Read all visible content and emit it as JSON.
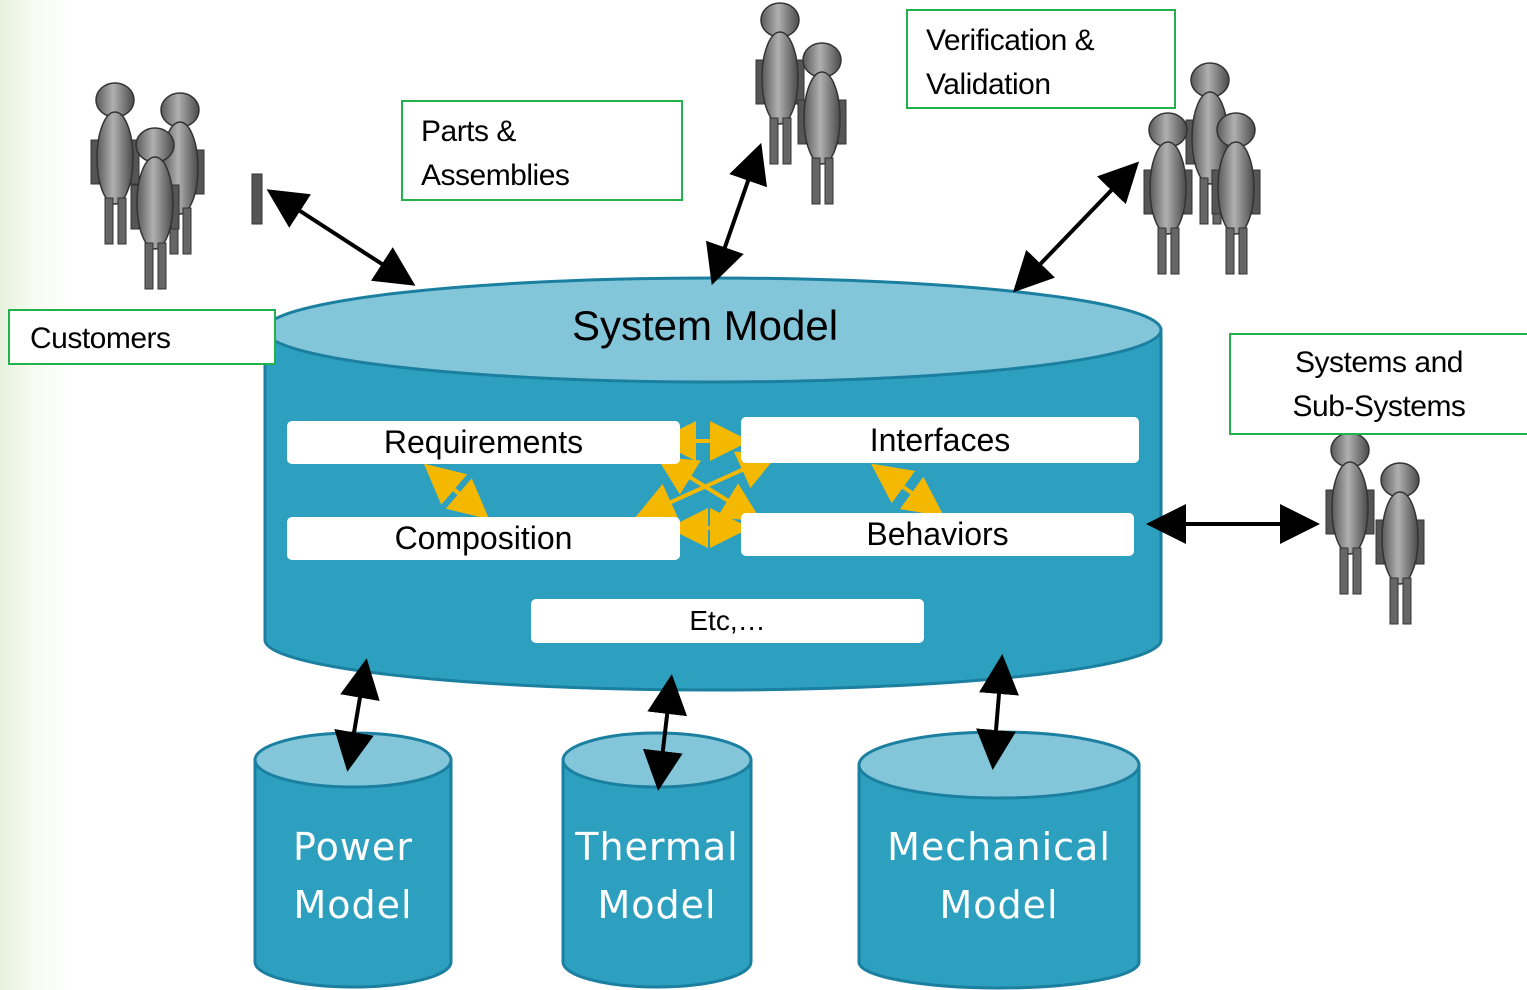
{
  "diagram": {
    "central_store": {
      "title": "System Model",
      "sections": {
        "requirements": "Requirements",
        "interfaces": "Interfaces",
        "composition": "Composition",
        "behaviors": "Behaviors",
        "etc": "Etc,…"
      }
    },
    "stakeholders": {
      "customers": "Customers",
      "parts_assemblies": "Parts &\nAssemblies",
      "verification_validation": "Verification &\nValidation",
      "systems_subsystems": "Systems and\nSub-Systems"
    },
    "domain_models": {
      "power": "Power\nModel",
      "thermal": "Thermal\nModel",
      "mechanical": "Mechanical\nModel"
    },
    "colors": {
      "cylinder_body": "#2da0bf",
      "cylinder_top": "#83c6d9",
      "cylinder_edge": "#1b7fa0",
      "label_border": "#22b14c",
      "inner_arrow": "#f5b800",
      "outer_arrow": "#000000",
      "person_fill": "#8c8c8c"
    }
  }
}
